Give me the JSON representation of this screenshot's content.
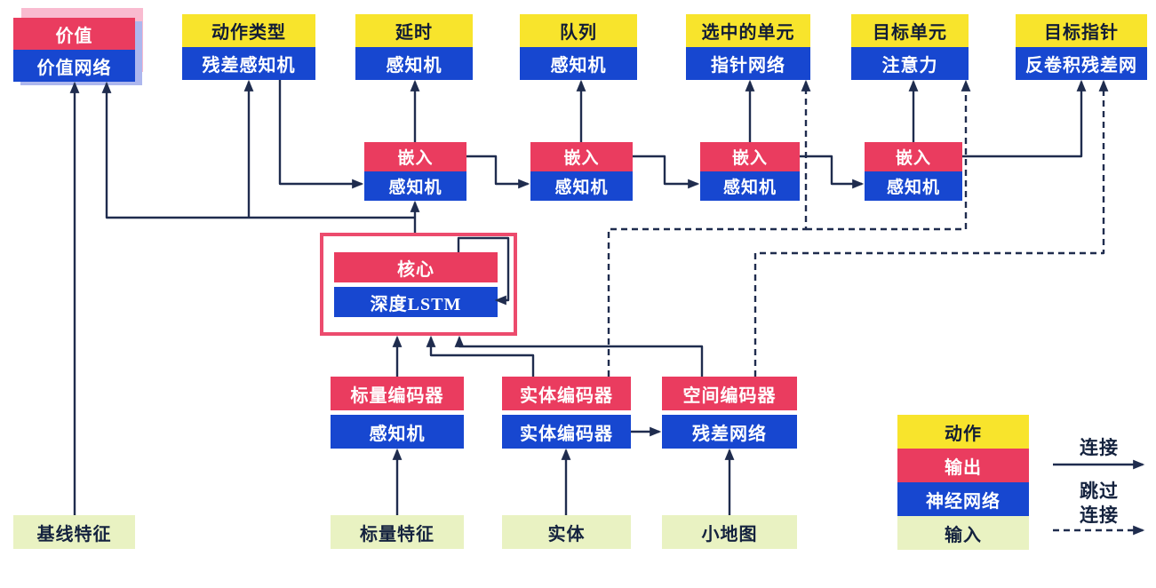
{
  "nodes": {
    "value": {
      "header": "价值",
      "body": "价值网络"
    },
    "action_type": {
      "header": "动作类型",
      "body": "残差感知机"
    },
    "delay": {
      "header": "延时",
      "body": "感知机"
    },
    "queue": {
      "header": "队列",
      "body": "感知机"
    },
    "selected_units": {
      "header": "选中的单元",
      "body": "指针网络"
    },
    "target_unit": {
      "header": "目标单元",
      "body": "注意力"
    },
    "target_point": {
      "header": "目标指针",
      "body": "反卷积残差网"
    },
    "embed_1": {
      "header": "嵌入",
      "body": "感知机"
    },
    "embed_2": {
      "header": "嵌入",
      "body": "感知机"
    },
    "embed_3": {
      "header": "嵌入",
      "body": "感知机"
    },
    "embed_4": {
      "header": "嵌入",
      "body": "感知机"
    },
    "core": {
      "header": "核心",
      "body": "深度LSTM"
    },
    "scalar_encoder": {
      "header": "标量编码器",
      "body": "感知机"
    },
    "entity_encoder": {
      "header": "实体编码器",
      "body": "实体编码器"
    },
    "spatial_encoder": {
      "header": "空间编码器",
      "body": "残差网络"
    },
    "baseline_features": {
      "label": "基线特征"
    },
    "scalar_features": {
      "label": "标量特征"
    },
    "entities": {
      "label": "实体"
    },
    "minimap": {
      "label": "小地图"
    }
  },
  "legend": {
    "swatches": [
      {
        "label": "动作",
        "color": "#F8E42C"
      },
      {
        "label": "输出",
        "color": "#EA3C5F"
      },
      {
        "label": "神经网络",
        "color": "#1747D0"
      },
      {
        "label": "输入",
        "color": "#E9F2C2"
      }
    ],
    "connection": "连接",
    "skip_connection": [
      "跳过",
      "连接"
    ]
  },
  "colors": {
    "action_yellow": "#F8E42C",
    "output_red": "#EA3C5F",
    "network_blue": "#1747D0",
    "input_green": "#E9F2C2",
    "wire_navy": "#1F2C4E",
    "core_outline_pink": "#EC4B6D",
    "value_stack_pink": "#F9BBD0",
    "value_stack_periwinkle": "#ADB7EE"
  }
}
